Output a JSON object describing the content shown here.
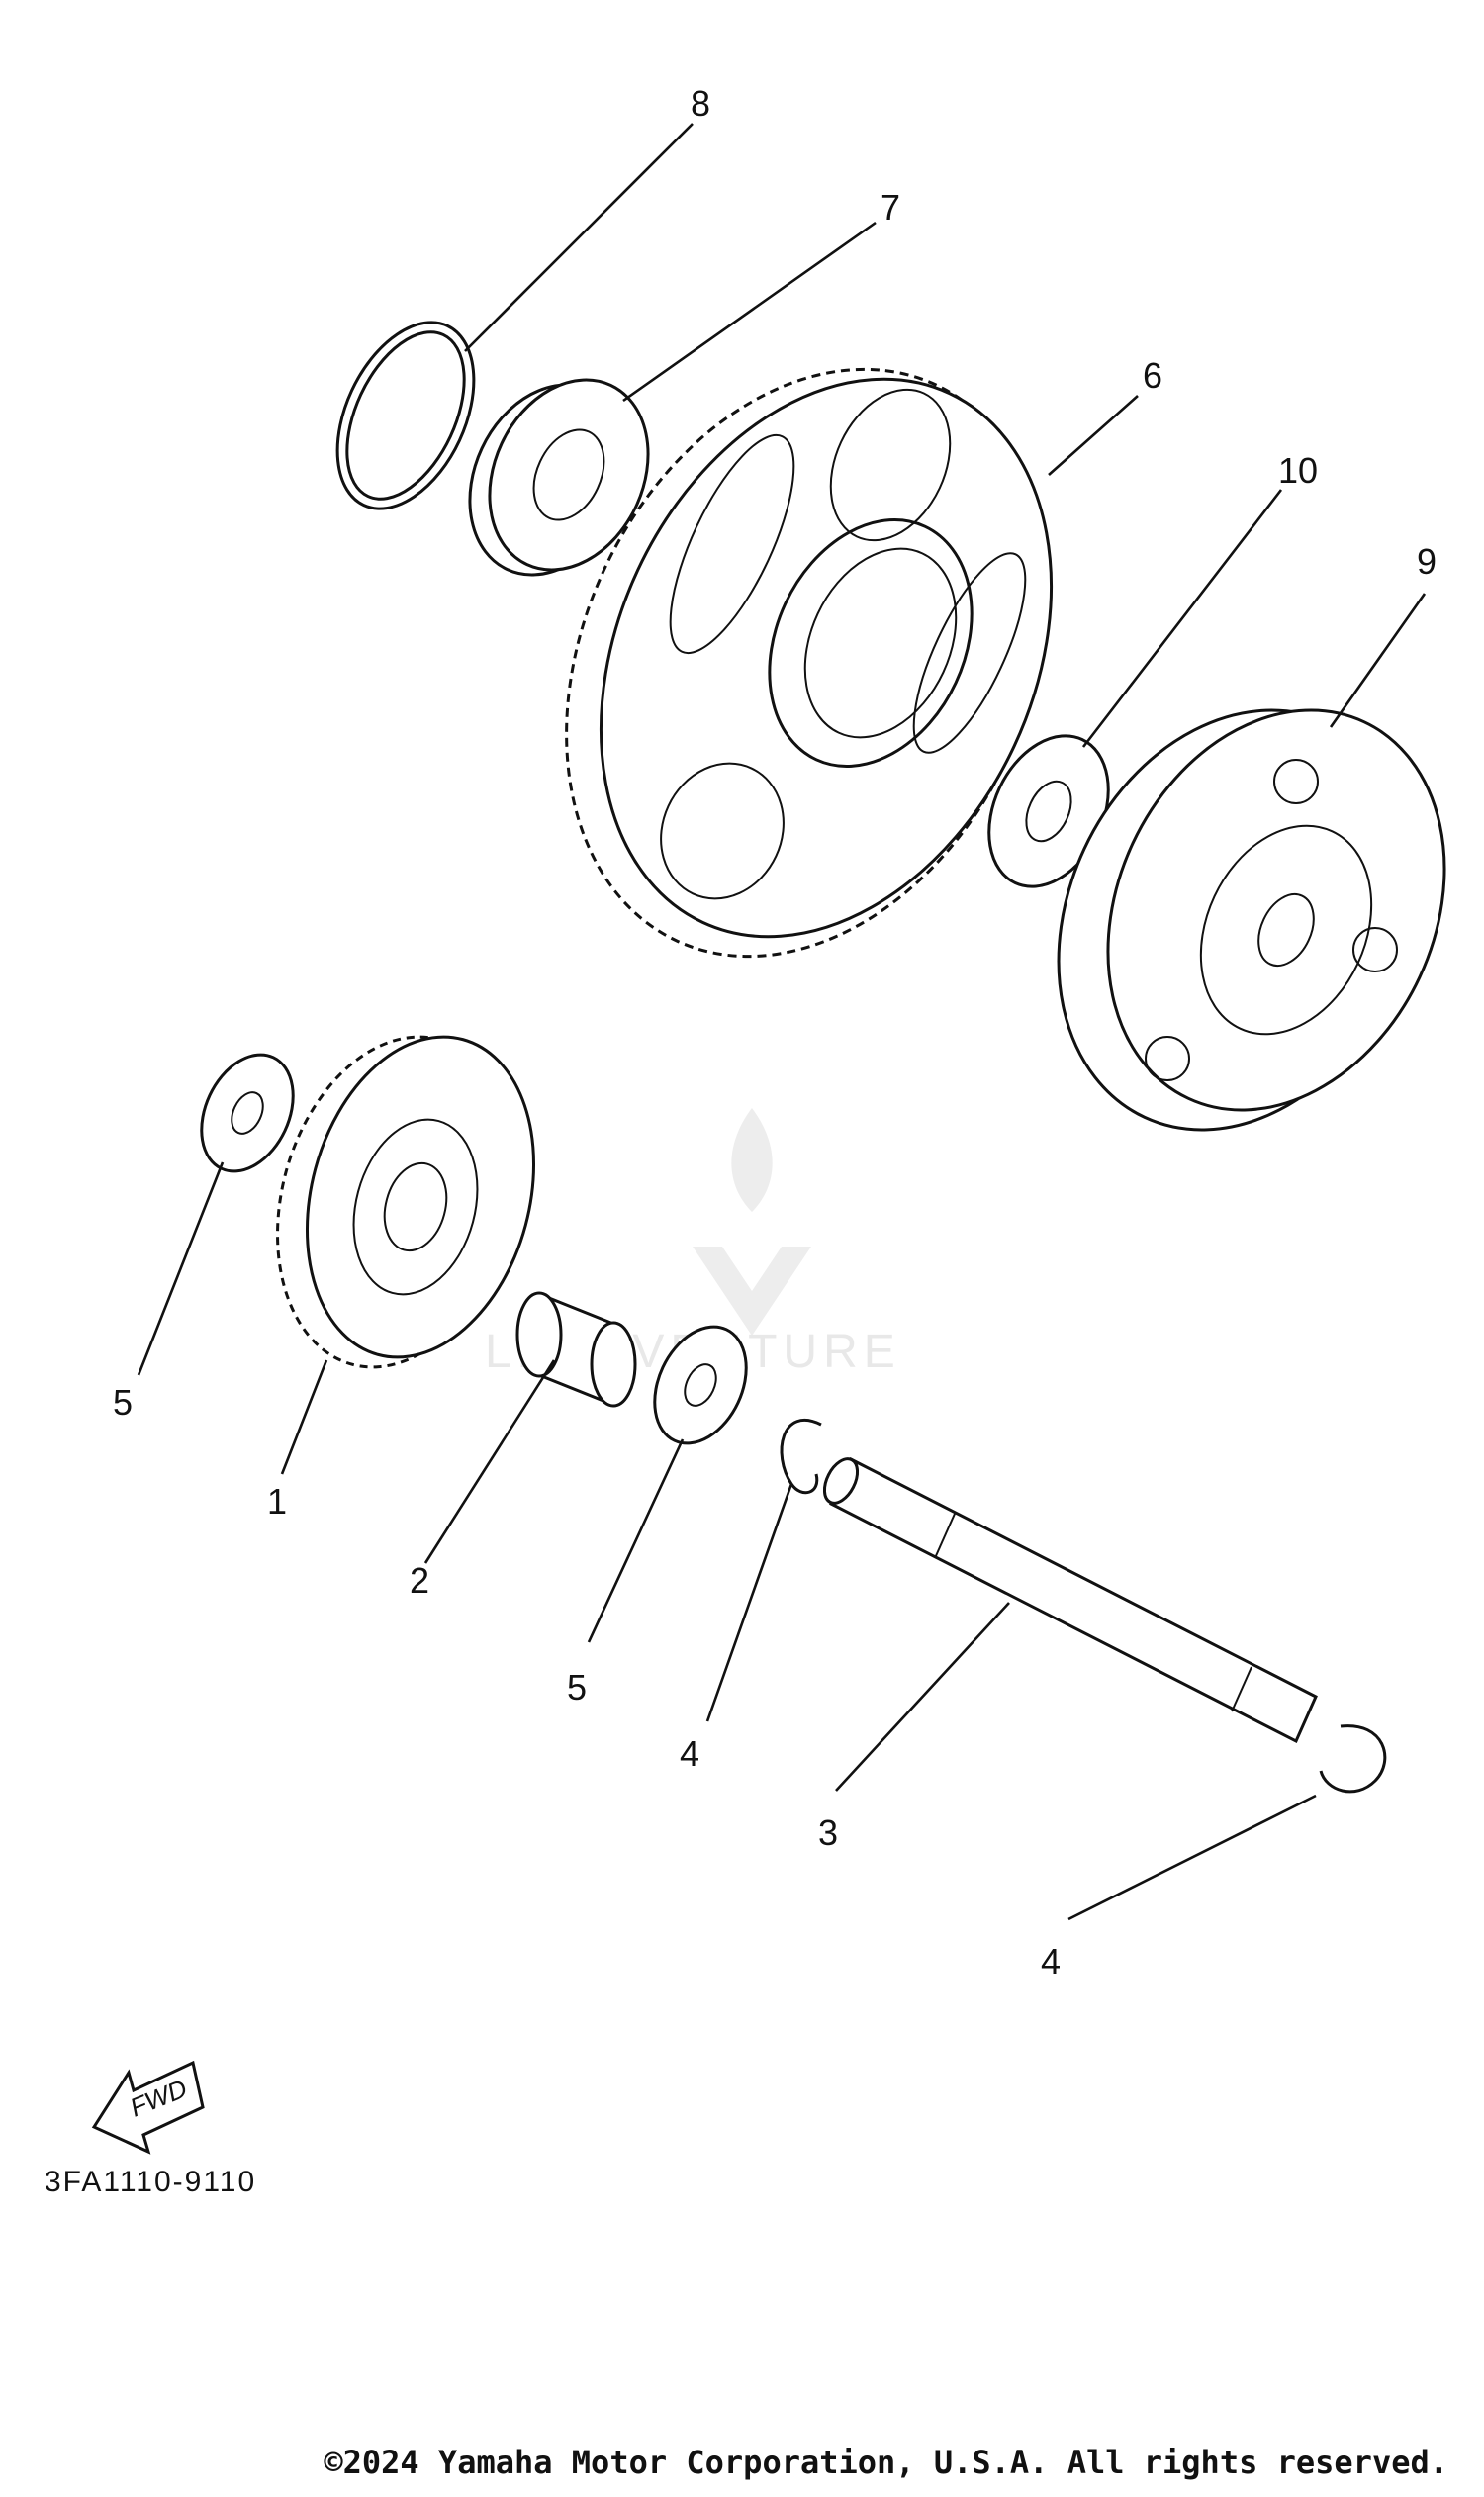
{
  "callouts": [
    {
      "id": "c8",
      "label": "8"
    },
    {
      "id": "c7",
      "label": "7"
    },
    {
      "id": "c6",
      "label": "6"
    },
    {
      "id": "c10",
      "label": "10"
    },
    {
      "id": "c9",
      "label": "9"
    },
    {
      "id": "c5a",
      "label": "5"
    },
    {
      "id": "c1",
      "label": "1"
    },
    {
      "id": "c2",
      "label": "2"
    },
    {
      "id": "c5b",
      "label": "5"
    },
    {
      "id": "c4a",
      "label": "4"
    },
    {
      "id": "c3",
      "label": "3"
    },
    {
      "id": "c4b",
      "label": "4"
    }
  ],
  "fwd_label": "FWD",
  "diagram_code": "3FA1110-9110",
  "watermark": "LEADVENTURE",
  "copyright": "©2024 Yamaha Motor Corporation, U.S.A. All rights reserved."
}
